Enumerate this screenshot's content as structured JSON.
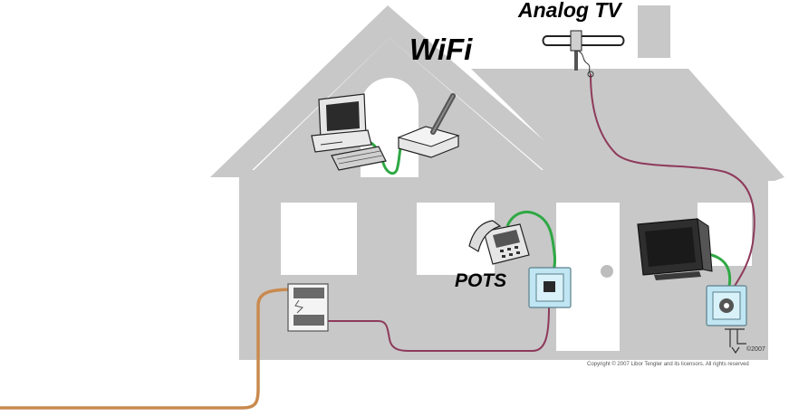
{
  "labels": {
    "analog_tv": "Analog TV",
    "wifi": "WiFi",
    "pots": "POTS",
    "year_mark": "©2007",
    "copyright": "Copyright © 2007 Libor Tengler and its licensors. All rights reserved"
  },
  "colors": {
    "house": "#c8c8c8",
    "house_outline": "#c0c0c0",
    "window": "#ffffff",
    "drop_cable": "#c98a4e",
    "inside_wire": "#8e3a5a",
    "patch_cord": "#2fa844",
    "wall_plate": "#bfe6f2"
  },
  "icons": [
    "computer-icon",
    "wifi-router-icon",
    "telephone-icon",
    "television-icon",
    "tv-antenna-icon",
    "network-interface-box-icon",
    "phone-jack-icon",
    "coax-outlet-icon",
    "logo-icon"
  ]
}
